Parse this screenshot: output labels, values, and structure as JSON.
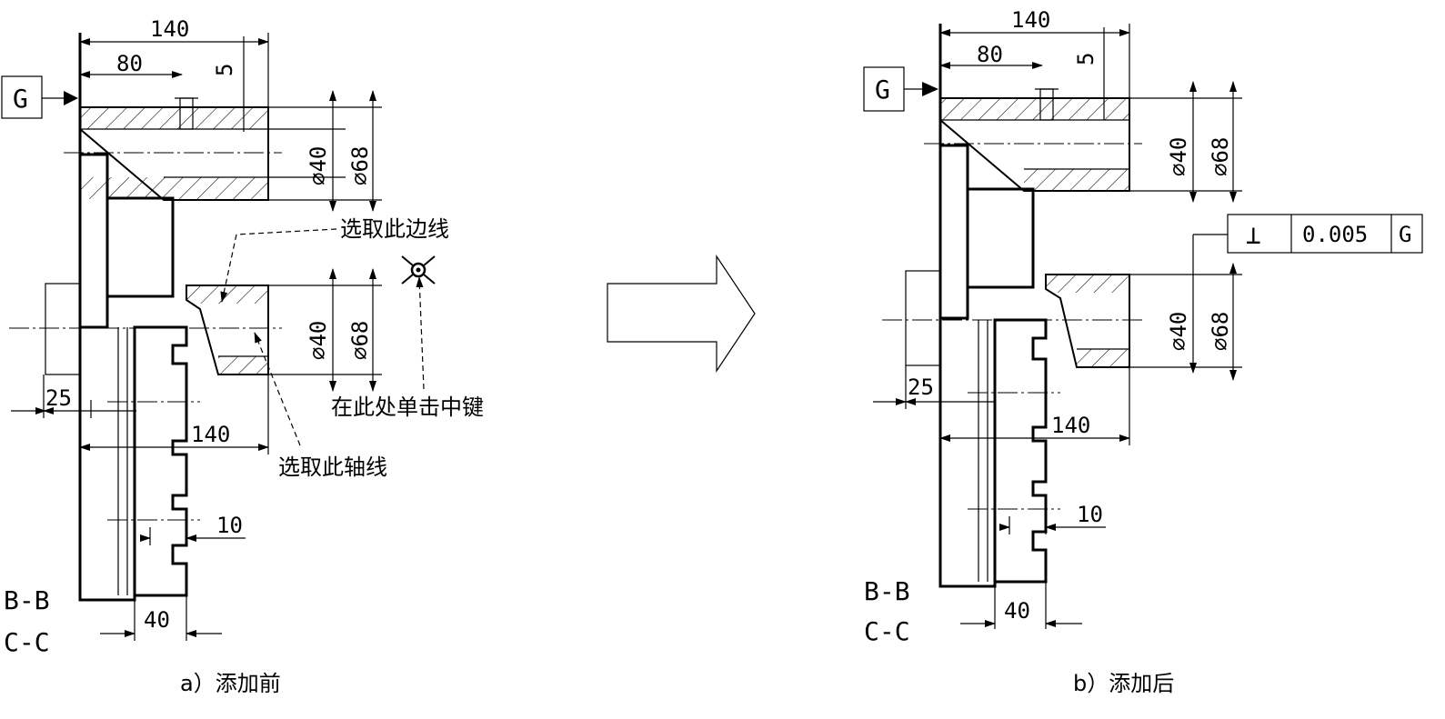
{
  "left_drawing": {
    "caption": "a）添加前",
    "datum": "G",
    "dims": {
      "overall": "140",
      "eighty": "80",
      "five": "5",
      "dia40_top": "40",
      "dia68_top": "68",
      "dia40_bot": "40",
      "dia68_bot": "68",
      "twentyfive": "25",
      "onefourty_mid": "140",
      "ten": "10",
      "forty": "40"
    },
    "section_labels": [
      "B-B",
      "C-C"
    ],
    "annotations": {
      "select_edge": "选取此边线",
      "select_axis": "选取此轴线",
      "middle_click": "在此处单击中键"
    }
  },
  "right_drawing": {
    "caption": "b）添加后",
    "datum": "G",
    "dims": {
      "overall": "140",
      "eighty": "80",
      "five": "5",
      "dia40_top": "40",
      "dia68_top": "68",
      "dia40_bot": "40",
      "dia68_bot": "68",
      "twentyfive": "25",
      "onefourty_mid": "140",
      "ten": "10",
      "forty": "40"
    },
    "section_labels": [
      "B-B",
      "C-C"
    ],
    "tolerance_frame": {
      "symbol": "⊥",
      "value": "0.005",
      "datum": "G"
    }
  },
  "diameter_symbol": "⌀"
}
